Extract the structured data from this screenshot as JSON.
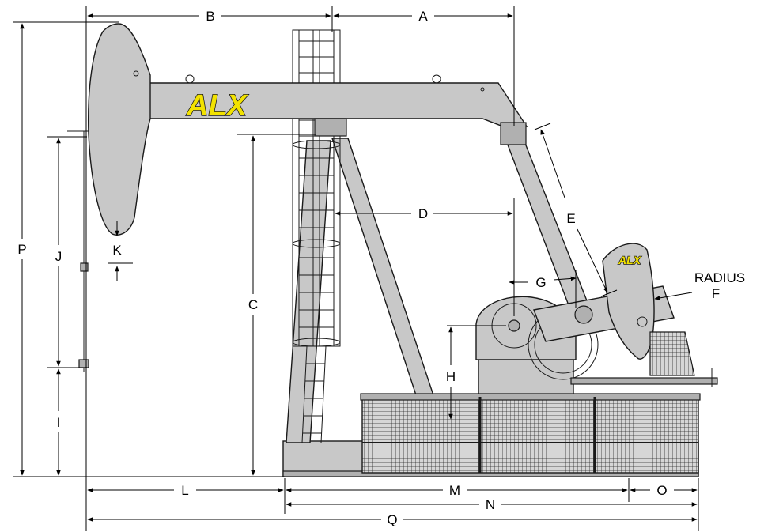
{
  "brand": {
    "logo": "ALX",
    "small_logo": "ALX"
  },
  "labels": {
    "A": "A",
    "B": "B",
    "C": "C",
    "D": "D",
    "E": "E",
    "G": "G",
    "H": "H",
    "I": "I",
    "J": "J",
    "K": "K",
    "L": "L",
    "M": "M",
    "N": "N",
    "O": "O",
    "P": "P",
    "Q": "Q",
    "radius": "RADIUS",
    "F": "F"
  },
  "colors": {
    "steel": "#c8c8c8",
    "logo_fill": "#f2e200",
    "outline": "#1a1a1a"
  }
}
